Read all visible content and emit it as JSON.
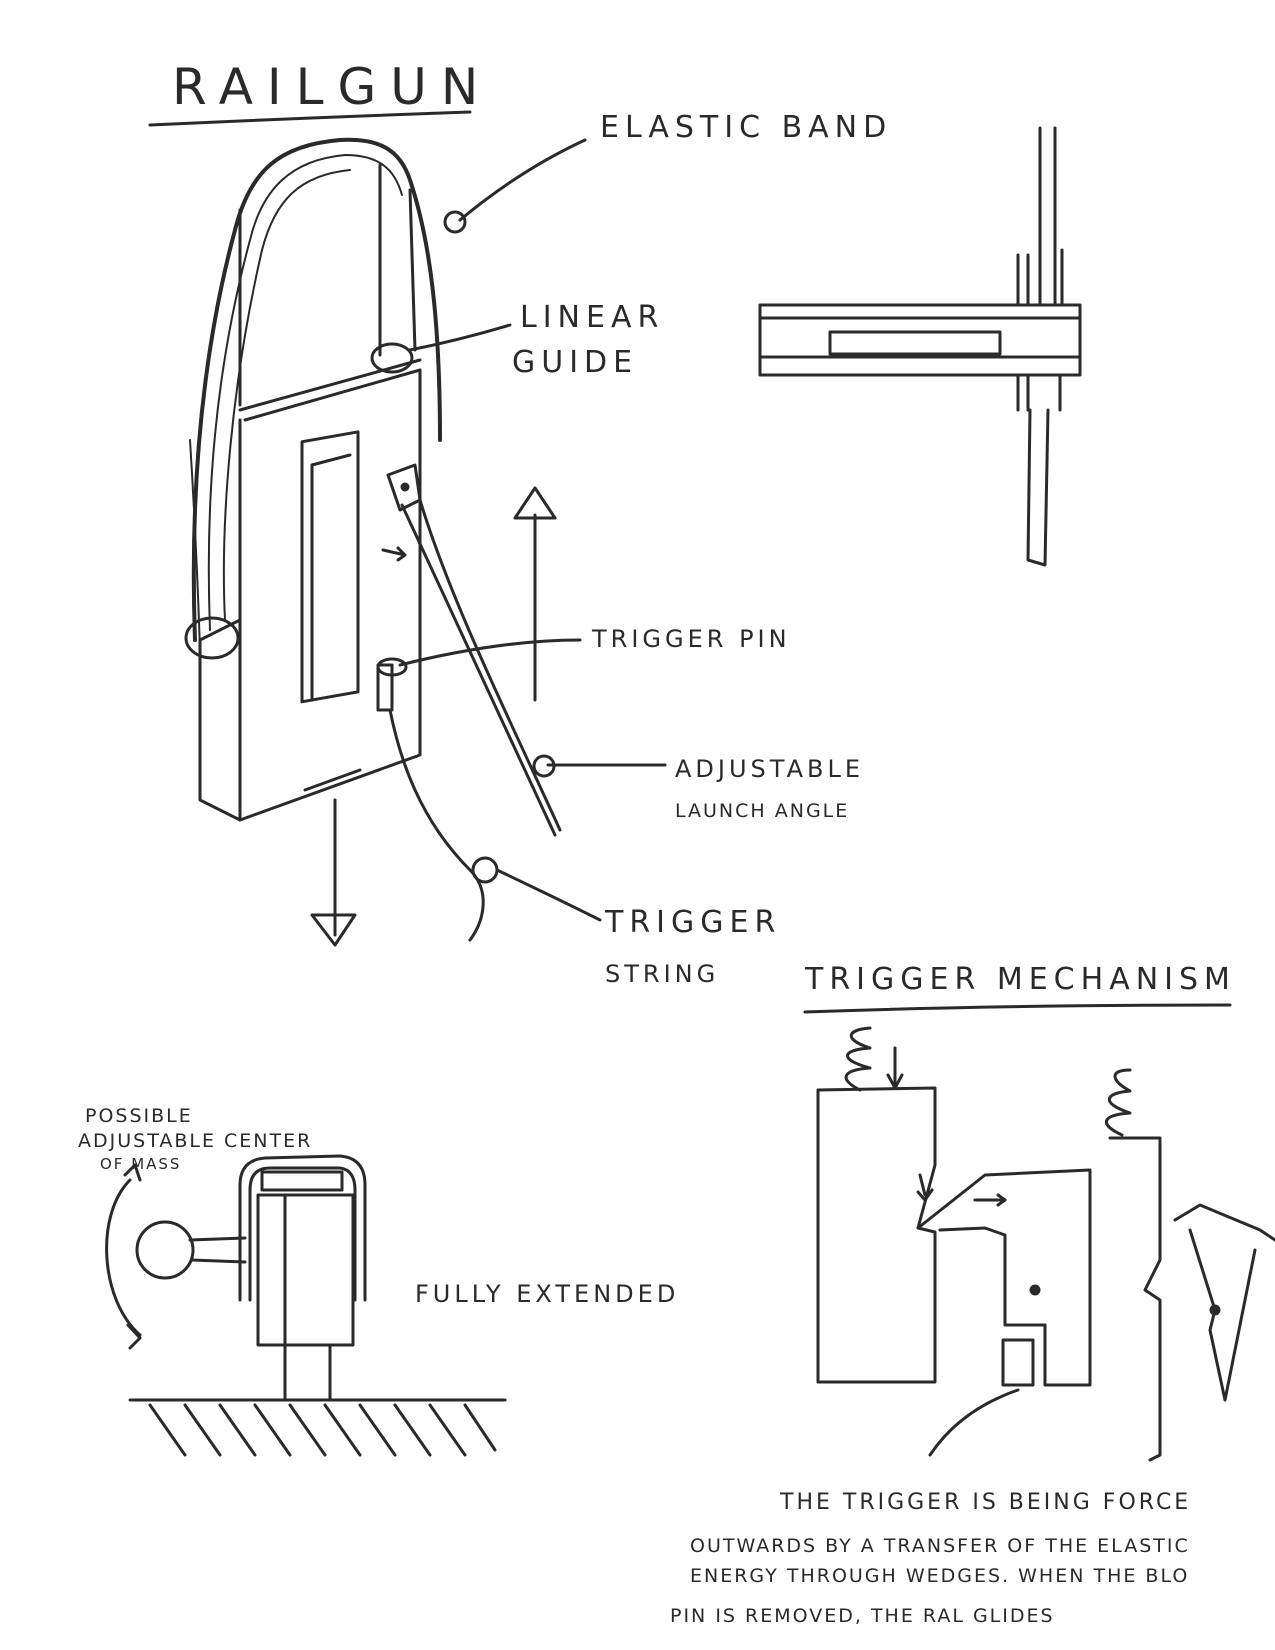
{
  "page": {
    "title": "RAILGUN",
    "section_title": "TRIGGER MECHANISM"
  },
  "labels": {
    "elastic_band": "ELASTIC BAND",
    "linear_guide_line1": "LINEAR",
    "linear_guide_line2": "GUIDE",
    "trigger_pin": "TRIGGER PIN",
    "adjustable_launch_line1": "ADJUSTABLE",
    "adjustable_launch_line2": "LAUNCH ANGLE",
    "trigger_string_line1": "TRIGGER",
    "trigger_string_line2": "STRING",
    "possible_line1": "POSSIBLE",
    "possible_line2": "ADJUSTABLE CENTER",
    "possible_line3": "OF MASS",
    "fully_extended": "FULLY EXTENDED"
  },
  "note": {
    "line1": "THE TRIGGER IS BEING FORCE",
    "line2": "OUTWARDS BY A TRANSFER OF THE ELASTIC",
    "line3": "ENERGY THROUGH WEDGES. WHEN THE BLO",
    "line4": "PIN IS REMOVED, THE RAL GLIDES"
  },
  "colors": {
    "ink": "#2a2a2a",
    "paper": "#ffffff"
  }
}
